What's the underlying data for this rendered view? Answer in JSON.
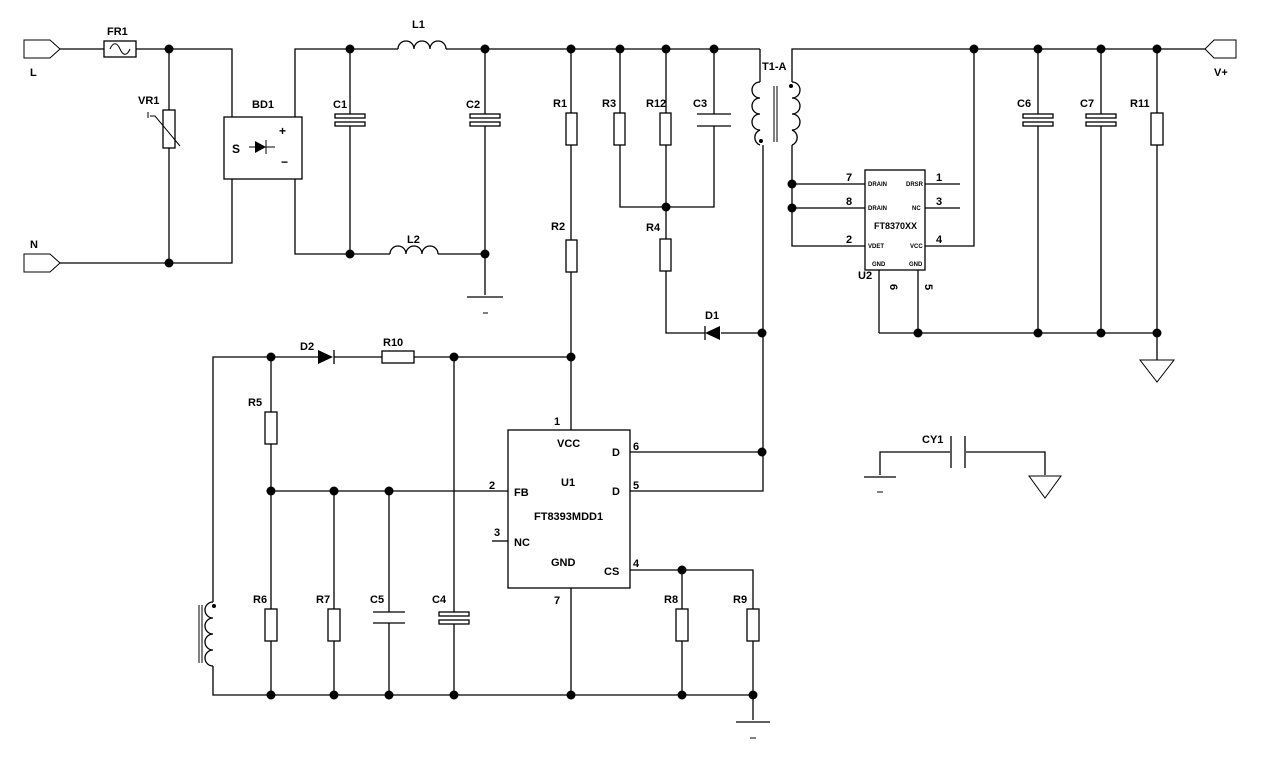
{
  "ports": {
    "l": "L",
    "n": "N",
    "vplus": "V+"
  },
  "labels": {
    "fr1": "FR1",
    "vr1": "VR1",
    "bd1": "BD1",
    "c1": "C1",
    "l1": "L1",
    "l2": "L2",
    "c2": "C2",
    "r1": "R1",
    "r2": "R2",
    "r3": "R3",
    "r12": "R12",
    "c3": "C3",
    "r4": "R4",
    "d1": "D1",
    "t1a": "T1-A",
    "c6": "C6",
    "c7": "C7",
    "r11": "R11",
    "d2": "D2",
    "r10": "R10",
    "r5": "R5",
    "r6": "R6",
    "r7": "R7",
    "c5": "C5",
    "c4": "C4",
    "r8": "R8",
    "r9": "R9",
    "cy1": "CY1"
  },
  "u1": {
    "ref": "U1",
    "part": "FT8393MDD1",
    "pins": {
      "vcc": "VCC",
      "fb": "FB",
      "nc": "NC",
      "gnd": "GND",
      "d6": "D",
      "d5": "D",
      "cs": "CS"
    },
    "pin_numbers": {
      "p1": "1",
      "p2": "2",
      "p3": "3",
      "p4": "4",
      "p5": "5",
      "p6": "6",
      "p7": "7"
    }
  },
  "u2": {
    "ref": "U2",
    "part": "FT8370XX",
    "pins": {
      "drain7": "DRAIN",
      "drain8": "DRAIN",
      "vdet": "VDET",
      "gnd_l": "GND",
      "drsr": "DRSR",
      "nc": "NC",
      "vcc": "VCC",
      "gnd_r": "GND"
    },
    "pin_numbers": {
      "p7": "7",
      "p8": "8",
      "p2": "2",
      "p1": "1",
      "p3": "3",
      "p4": "4",
      "p6": "6",
      "p5": "5"
    }
  },
  "bridge": {
    "plus": "+",
    "minus": "−",
    "ac": "S"
  },
  "icons": [
    "fuse-icon",
    "varistor-icon",
    "bridge-rectifier-icon",
    "capacitor-icon",
    "inductor-icon",
    "resistor-icon",
    "diode-icon",
    "transformer-icon",
    "ground-icon",
    "chassis-ground-icon",
    "port-icon"
  ]
}
